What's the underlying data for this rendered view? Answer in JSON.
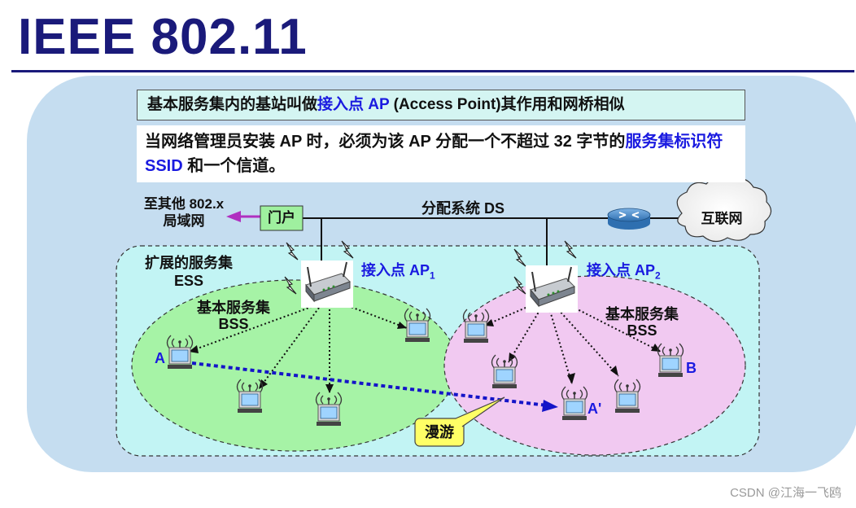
{
  "title": "IEEE 802.11",
  "info_box_1": {
    "prefix": "基本服务集内的基站叫做",
    "highlight": "接入点 AP",
    "suffix": " (Access Point)其作用和网桥相似"
  },
  "info_box_2": {
    "prefix": "当网络管理员安装 AP 时，必须为该 AP 分配一个不超过 32 字节的",
    "highlight": "服务集标识符 SSID",
    "suffix": " 和一个信道。"
  },
  "labels": {
    "other_lan_1": "至其他 802.x",
    "other_lan_2": "局域网",
    "portal": "门户",
    "ds": "分配系统 DS",
    "internet": "互联网",
    "ess_1": "扩展的服务集",
    "ess_2": "ESS",
    "bss1_1": "基本服务集",
    "bss1_2": "BSS",
    "bss2_1": "基本服务集",
    "bss2_2": "BSS",
    "ap1": "接入点 AP",
    "ap1_sub": "1",
    "ap2": "接入点 AP",
    "ap2_sub": "2",
    "station_a": "A",
    "station_a_prime": "A'",
    "station_b": "B",
    "roaming": "漫游"
  },
  "watermark": "CSDN @江海一飞鸥",
  "colors": {
    "title": "#1a1a7a",
    "outer_panel": "#c5ddf0",
    "ess_fill": "#c2f4f4",
    "bss1_fill": "#a6f3a6",
    "bss2_fill": "#f1c9f1",
    "highlight_text": "#1a1ae0",
    "portal_fill": "#9ff09f",
    "roaming_fill": "#ffff66",
    "arrow_magenta": "#b030c0",
    "roam_path": "#1414c8"
  },
  "icons": {
    "access_point": "wireless-access-point-icon",
    "station": "laptop-station-icon",
    "router": "router-icon",
    "cloud": "internet-cloud-icon",
    "wireless": "lightning-signal-icon"
  }
}
